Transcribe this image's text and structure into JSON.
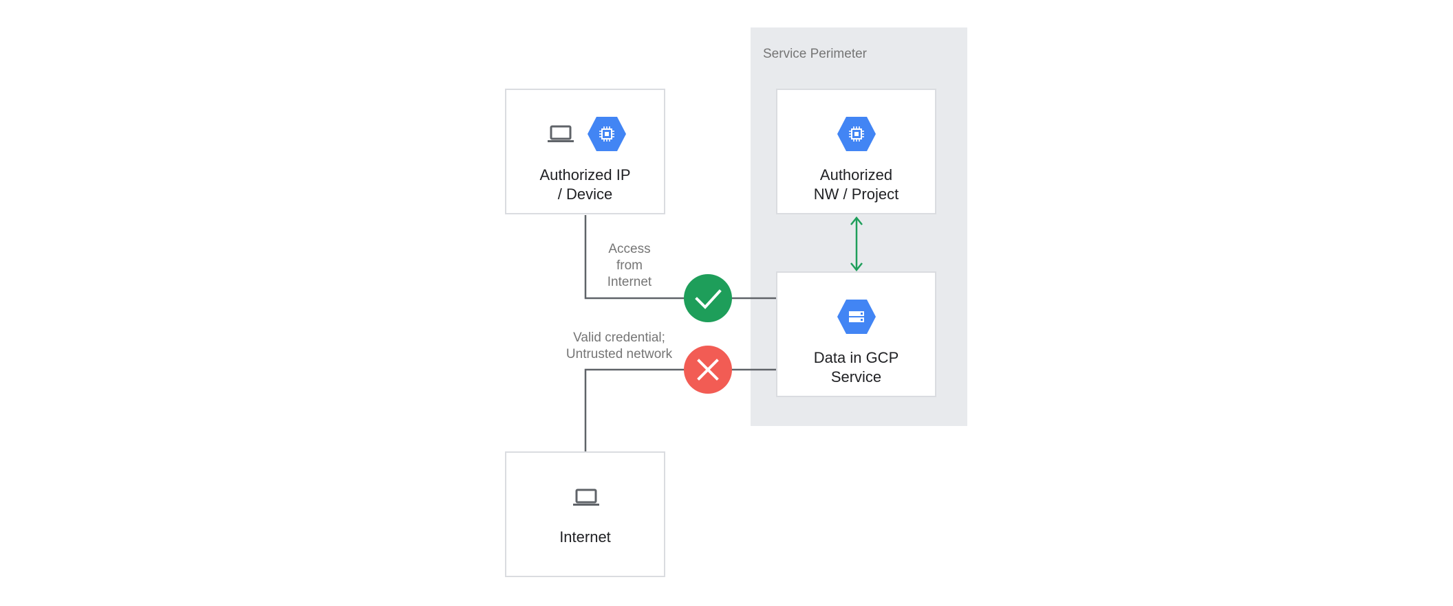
{
  "perimeter": {
    "label": "Service Perimeter"
  },
  "nodes": {
    "authorized_ip": {
      "label_line1": "Authorized IP",
      "label_line2": "/ Device"
    },
    "authorized_nw": {
      "label_line1": "Authorized",
      "label_line2": "NW / Project"
    },
    "data_service": {
      "label_line1": "Data in GCP",
      "label_line2": "Service"
    },
    "internet": {
      "label_line1": "Internet"
    }
  },
  "edges": {
    "allowed": {
      "line1": "Access",
      "line2": "from",
      "line3": "Internet",
      "status": "allowed"
    },
    "denied": {
      "line1": "Valid credential;",
      "line2": "Untrusted network",
      "status": "denied"
    }
  },
  "colors": {
    "perimeter_bg": "#e8eaed",
    "gcp_blue": "#4285f4",
    "allow_green": "#1e9e5a",
    "deny_red": "#f25c54",
    "wire": "#5f6368",
    "arrow_green": "#1e9e5a"
  },
  "icons": {
    "laptop": "laptop-icon",
    "compute": "compute-engine-icon",
    "storage": "storage-icon",
    "check": "check-icon",
    "cross": "close-icon"
  }
}
